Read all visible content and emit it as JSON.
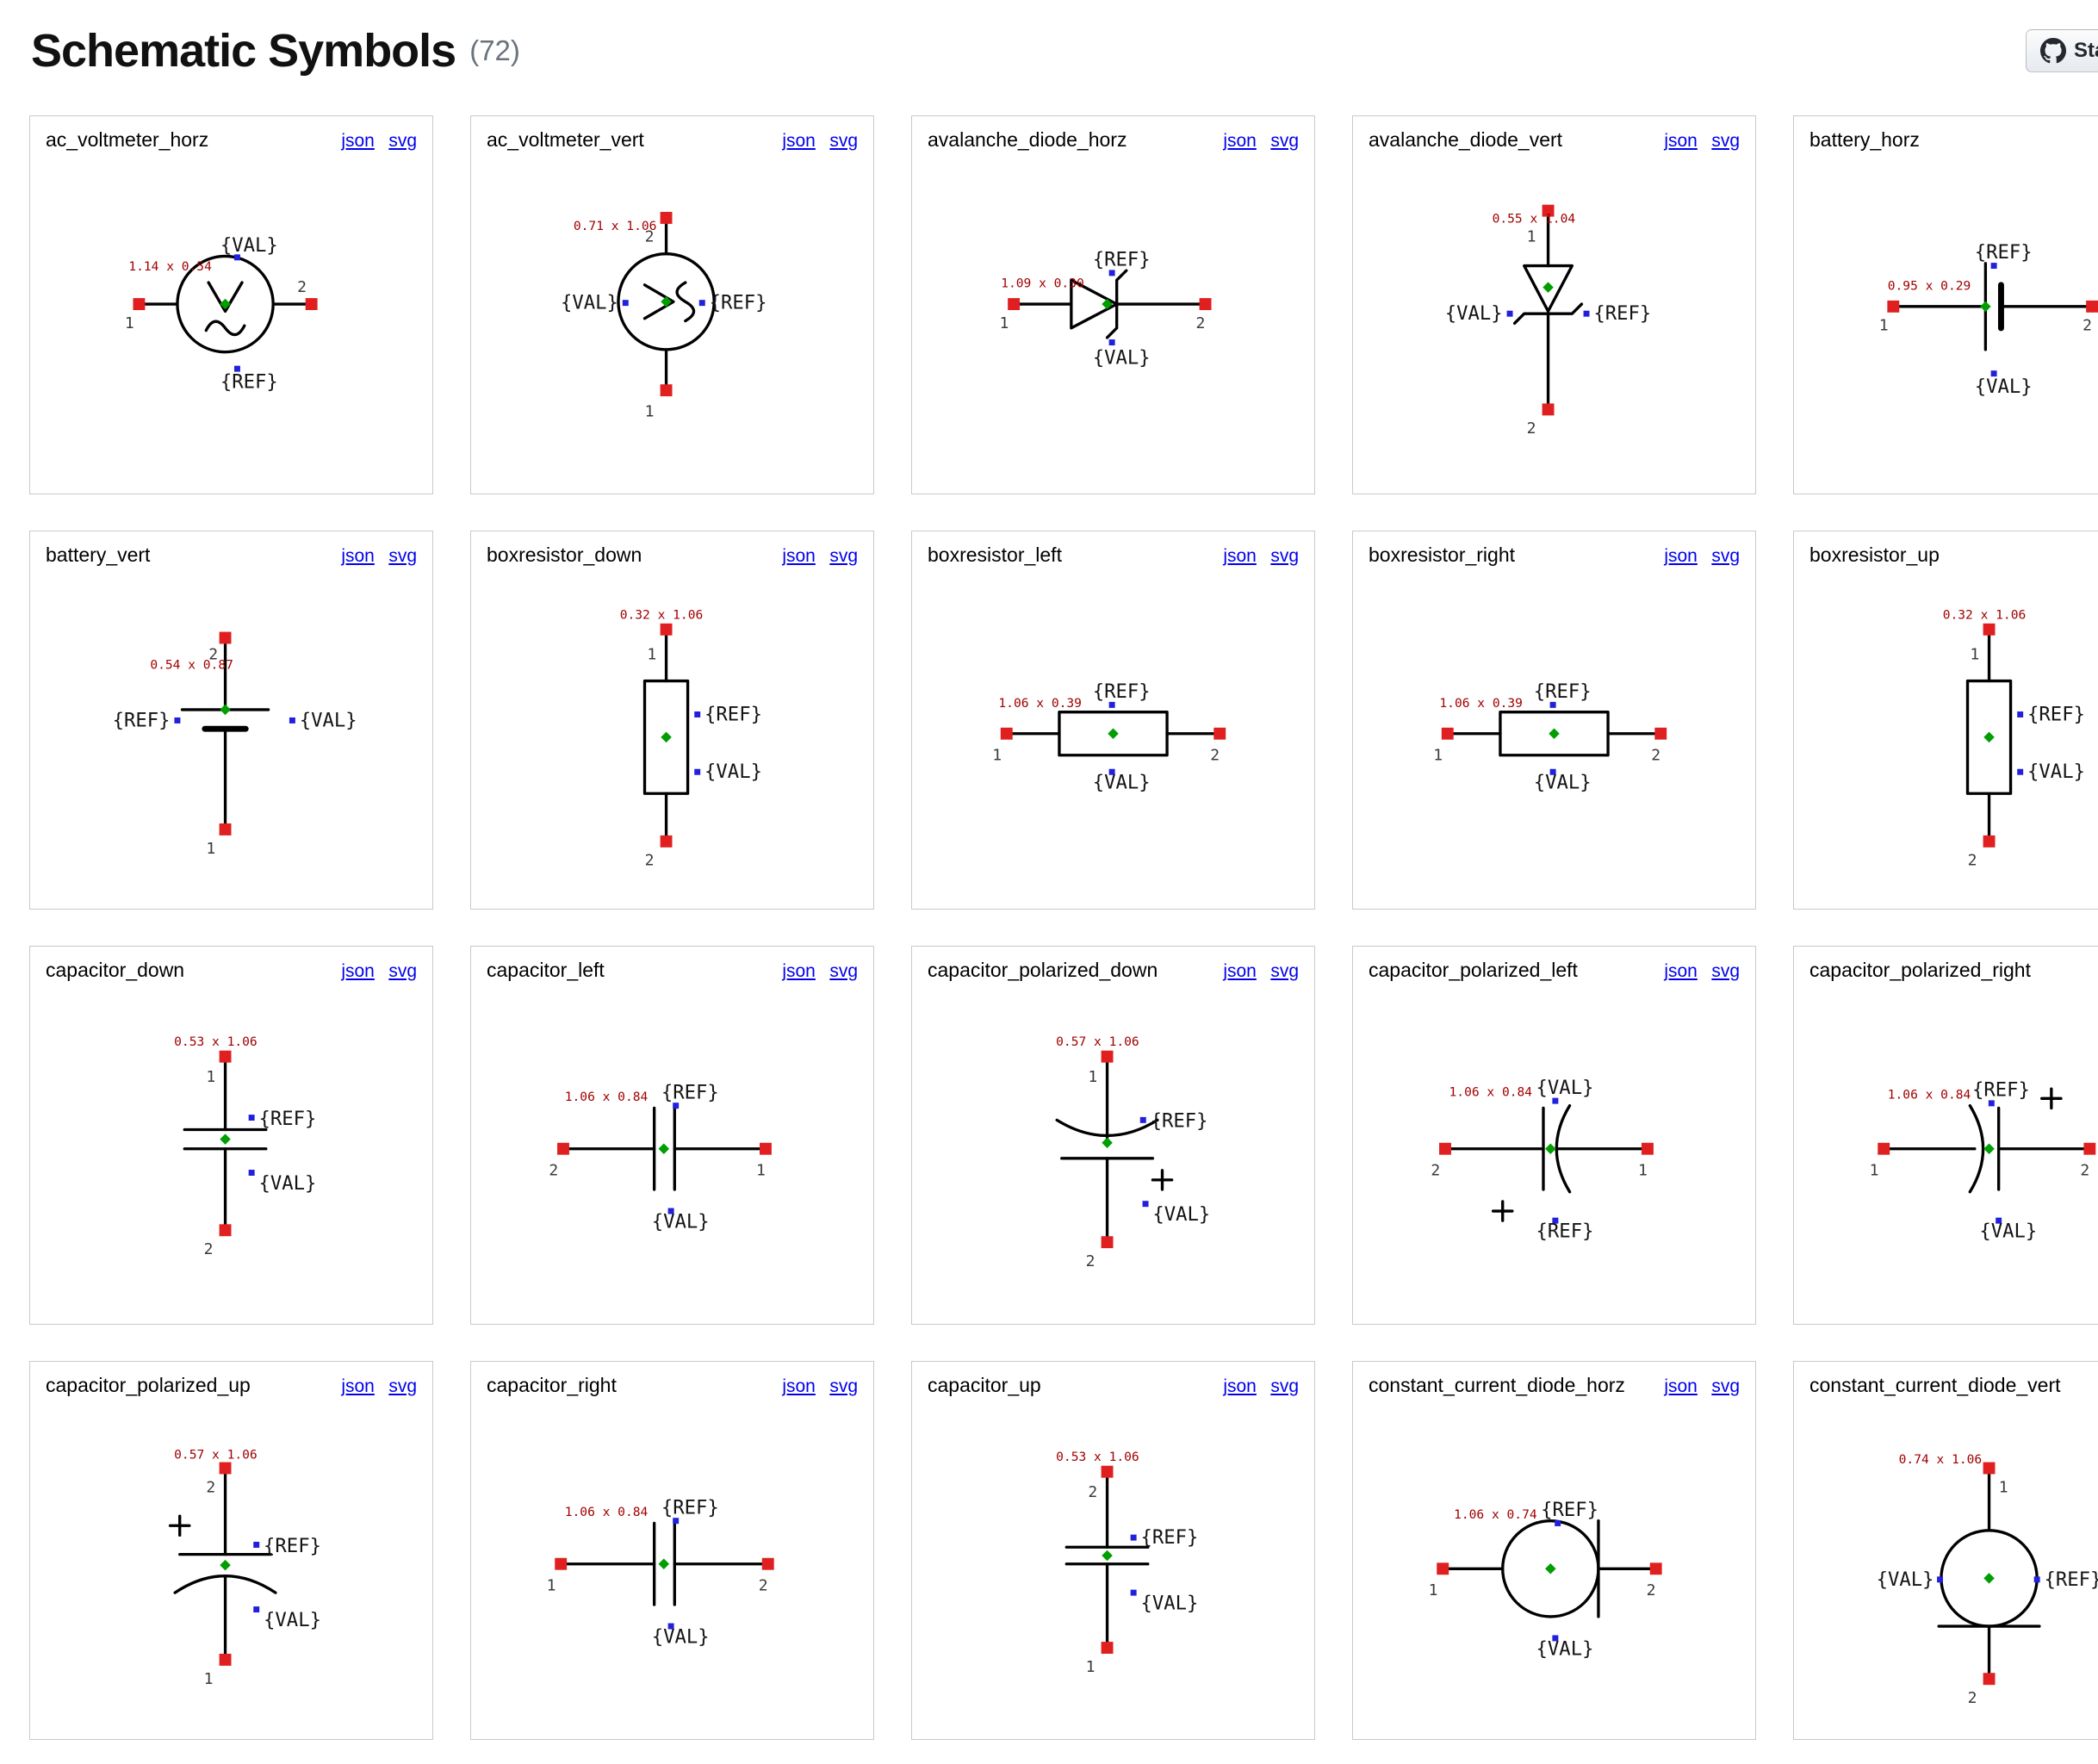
{
  "page": {
    "title": "Schematic Symbols",
    "count": "(72)"
  },
  "github": {
    "star_label": "Star"
  },
  "links": {
    "json": "json",
    "svg": "svg"
  },
  "colors": {
    "pin": "#e02020",
    "origin": "#009e00",
    "anchor": "#2020dd",
    "dimension": "#a00000",
    "link": "#0000ee",
    "stroke": "#000000",
    "text": "#141414"
  },
  "cards": [
    {
      "title": "ac_voltmeter_horz",
      "dim": "1.14 x 0.54",
      "ref": "{REF}",
      "val": "{VAL}",
      "pin_labels": [
        "1",
        "2"
      ]
    },
    {
      "title": "ac_voltmeter_vert",
      "dim": "0.71 x 1.06",
      "ref": "{REF}",
      "val": "{VAL}",
      "pin_labels": [
        "2",
        "1"
      ]
    },
    {
      "title": "avalanche_diode_horz",
      "dim": "1.09 x 0.30",
      "ref": "{REF}",
      "val": "{VAL}",
      "pin_labels": [
        "1",
        "2"
      ]
    },
    {
      "title": "avalanche_diode_vert",
      "dim": "0.55 x 1.04",
      "ref": "{REF}",
      "val": "{VAL}",
      "pin_labels": [
        "1",
        "2"
      ]
    },
    {
      "title": "battery_horz",
      "dim": "0.95 x 0.29",
      "ref": "{REF}",
      "val": "{VAL}",
      "pin_labels": [
        "1",
        "2"
      ]
    },
    {
      "title": "battery_vert",
      "dim": "0.54 x 0.87",
      "ref": "{REF}",
      "val": "{VAL}",
      "pin_labels": [
        "2",
        "1"
      ]
    },
    {
      "title": "boxresistor_down",
      "dim": "0.32 x 1.06",
      "ref": "{REF}",
      "val": "{VAL}",
      "pin_labels": [
        "1",
        "2"
      ]
    },
    {
      "title": "boxresistor_left",
      "dim": "1.06 x 0.39",
      "ref": "{REF}",
      "val": "{VAL}",
      "pin_labels": [
        "1",
        "2"
      ]
    },
    {
      "title": "boxresistor_right",
      "dim": "1.06 x 0.39",
      "ref": "{REF}",
      "val": "{VAL}",
      "pin_labels": [
        "1",
        "2"
      ]
    },
    {
      "title": "boxresistor_up",
      "dim": "0.32 x 1.06",
      "ref": "{REF}",
      "val": "{VAL}",
      "pin_labels": [
        "1",
        "2"
      ]
    },
    {
      "title": "capacitor_down",
      "dim": "0.53 x 1.06",
      "ref": "{REF}",
      "val": "{VAL}",
      "pin_labels": [
        "1",
        "2"
      ]
    },
    {
      "title": "capacitor_left",
      "dim": "1.06 x 0.84",
      "ref": "{REF}",
      "val": "{VAL}",
      "pin_labels": [
        "2",
        "1"
      ]
    },
    {
      "title": "capacitor_polarized_down",
      "dim": "0.57 x 1.06",
      "ref": "{REF}",
      "val": "{VAL}",
      "pin_labels": [
        "1",
        "2"
      ]
    },
    {
      "title": "capacitor_polarized_left",
      "dim": "1.06 x 0.84",
      "ref": "{REF}",
      "val": "{VAL}",
      "pin_labels": [
        "2",
        "1"
      ]
    },
    {
      "title": "capacitor_polarized_right",
      "dim": "1.06 x 0.84",
      "ref": "{REF}",
      "val": "{VAL}",
      "pin_labels": [
        "1",
        "2"
      ]
    },
    {
      "title": "capacitor_polarized_up",
      "dim": "0.57 x 1.06",
      "ref": "{REF}",
      "val": "{VAL}",
      "pin_labels": [
        "2",
        "1"
      ]
    },
    {
      "title": "capacitor_right",
      "dim": "1.06 x 0.84",
      "ref": "{REF}",
      "val": "{VAL}",
      "pin_labels": [
        "1",
        "2"
      ]
    },
    {
      "title": "capacitor_up",
      "dim": "0.53 x 1.06",
      "ref": "{REF}",
      "val": "{VAL}",
      "pin_labels": [
        "2",
        "1"
      ]
    },
    {
      "title": "constant_current_diode_horz",
      "dim": "1.06 x 0.74",
      "ref": "{REF}",
      "val": "{VAL}",
      "pin_labels": [
        "1",
        "2"
      ]
    },
    {
      "title": "constant_current_diode_vert",
      "dim": "0.74 x 1.06",
      "ref": "{REF}",
      "val": "{VAL}",
      "pin_labels": [
        "1",
        "2"
      ]
    }
  ]
}
